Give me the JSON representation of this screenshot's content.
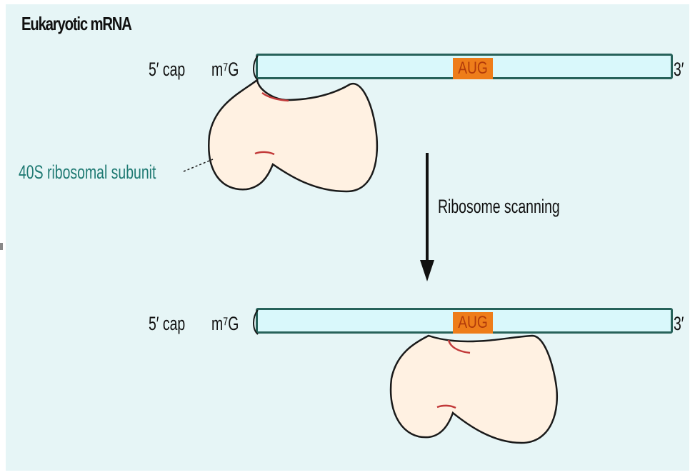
{
  "title": "Eukaryotic mRNA",
  "top_mrna": {
    "five_prime_label": "5′ cap",
    "cap_label": "m⁷G",
    "codon": "AUG",
    "three_prime_label": "3′"
  },
  "bottom_mrna": {
    "five_prime_label": "5′ cap",
    "cap_label": "m⁷G",
    "codon": "AUG",
    "three_prime_label": "3′"
  },
  "ribosome_label": "40S ribosomal subunit",
  "arrow_label": "Ribosome scanning",
  "colors": {
    "background": "#e6f5f6",
    "mrna_fill": "#d9f8fb",
    "mrna_stroke": "#27625a",
    "codon_fill": "#ee7d1a",
    "ribosome_fill": "#fff1e2",
    "label_teal": "#1f7a73"
  }
}
